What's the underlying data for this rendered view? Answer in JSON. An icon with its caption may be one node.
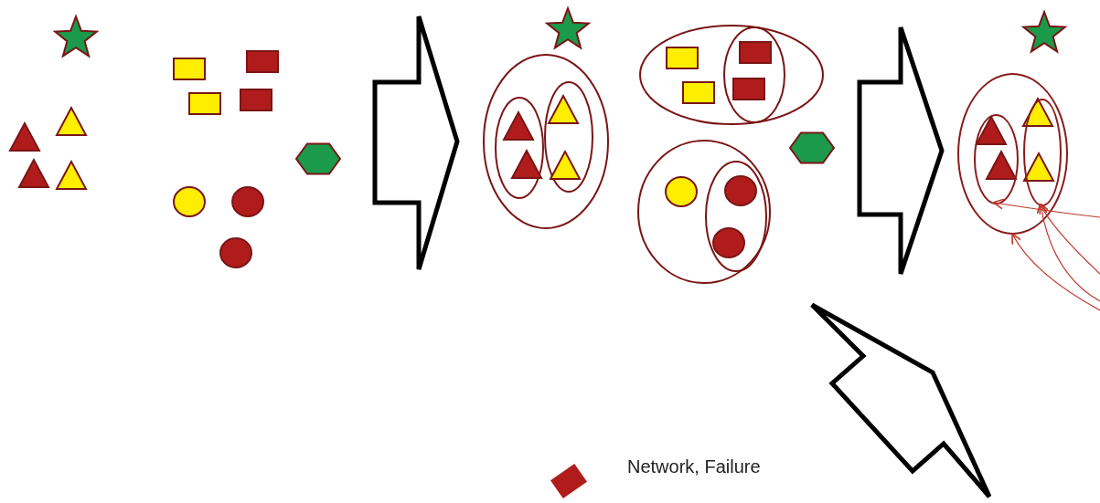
{
  "diagram": {
    "nodes": [
      {
        "text": [],
        "shape": "ellipse"
      },
      {
        "text": [],
        "shape": "ellipse",
        "in": 0
      },
      {
        "text": [],
        "shape": "ellipse",
        "in": 0
      }
    ],
    "edges": [
      {
        "from": null,
        "to": 1,
        "arrow": "to"
      },
      {
        "from": null,
        "to": 2,
        "arrow": "to"
      },
      {
        "from": null,
        "to": 2,
        "arrow": "to"
      },
      {
        "from": null,
        "to": 0,
        "arrow": "to"
      }
    ],
    "legend": [
      {
        "text": "Network, Failure",
        "color": "#b01c1c"
      }
    ]
  }
}
